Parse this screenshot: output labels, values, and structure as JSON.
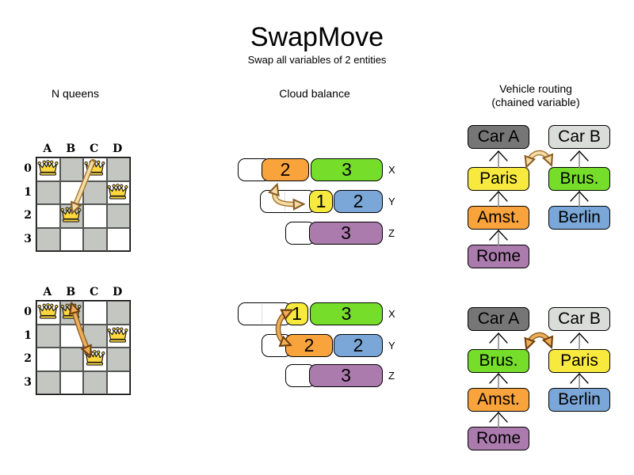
{
  "title": "SwapMove",
  "subtitle": "Swap all variables of 2 entities",
  "sections": {
    "nqueens": {
      "header": "N queens"
    },
    "cloud": {
      "header": "Cloud balance"
    },
    "vehicle": {
      "header_line1": "Vehicle routing",
      "header_line2": "(chained variable)"
    }
  },
  "nqueens": {
    "col_labels": [
      "A",
      "B",
      "C",
      "D"
    ],
    "row_labels": [
      "0",
      "1",
      "2",
      "3"
    ],
    "before": {
      "queens": [
        "A0",
        "C0",
        "D1",
        "B2"
      ],
      "swap": {
        "from": "C0",
        "to": "B2"
      }
    },
    "after": {
      "queens": [
        "A0",
        "B0",
        "D1",
        "C2"
      ],
      "swap": {
        "from": "B0",
        "to": "C2"
      }
    }
  },
  "cloud": {
    "before": {
      "rows": [
        {
          "label": "X",
          "segments": [
            {
              "value": "2",
              "color": "orange"
            },
            {
              "value": "3",
              "color": "green"
            }
          ]
        },
        {
          "label": "Y",
          "segments": [
            {
              "value": "1",
              "color": "yellow"
            },
            {
              "value": "2",
              "color": "blue"
            }
          ]
        },
        {
          "label": "Z",
          "segments": [
            {
              "value": "3",
              "color": "purple"
            }
          ]
        }
      ],
      "swap": {
        "from": "orange-2-on-X",
        "to": "yellow-1-on-Y"
      }
    },
    "after": {
      "rows": [
        {
          "label": "X",
          "segments": [
            {
              "value": "1",
              "color": "yellow"
            },
            {
              "value": "3",
              "color": "green"
            }
          ]
        },
        {
          "label": "Y",
          "segments": [
            {
              "value": "2",
              "color": "orange"
            },
            {
              "value": "2",
              "color": "blue"
            }
          ]
        },
        {
          "label": "Z",
          "segments": [
            {
              "value": "3",
              "color": "purple"
            }
          ]
        }
      ],
      "swap": {
        "from": "yellow-1-on-X",
        "to": "orange-2-on-Y"
      }
    }
  },
  "vehicle": {
    "before": {
      "chain_a": [
        "Car A",
        "Paris",
        "Amst.",
        "Rome"
      ],
      "chain_b": [
        "Car B",
        "Brus.",
        "Berlin"
      ],
      "swap": {
        "from": "Paris",
        "to": "Brus."
      }
    },
    "after": {
      "chain_a": [
        "Car A",
        "Brus.",
        "Amst.",
        "Rome"
      ],
      "chain_b": [
        "Car B",
        "Paris",
        "Berlin"
      ],
      "swap": {
        "from": "Brus.",
        "to": "Paris"
      }
    }
  },
  "colors": {
    "orange": "#f9a33c",
    "green": "#77dd2b",
    "yellow": "#f8e93e",
    "blue": "#7aa7d8",
    "purple": "#ab7bad",
    "car_a_gray": "#767676",
    "car_b_gray": "#d9dcd8",
    "board_gray": "#c3c6c1",
    "swap_arrow_tan": "#f4dca6",
    "swap_arrow_orange": "#f0ae58",
    "queen_gold": "#ffd83e"
  }
}
